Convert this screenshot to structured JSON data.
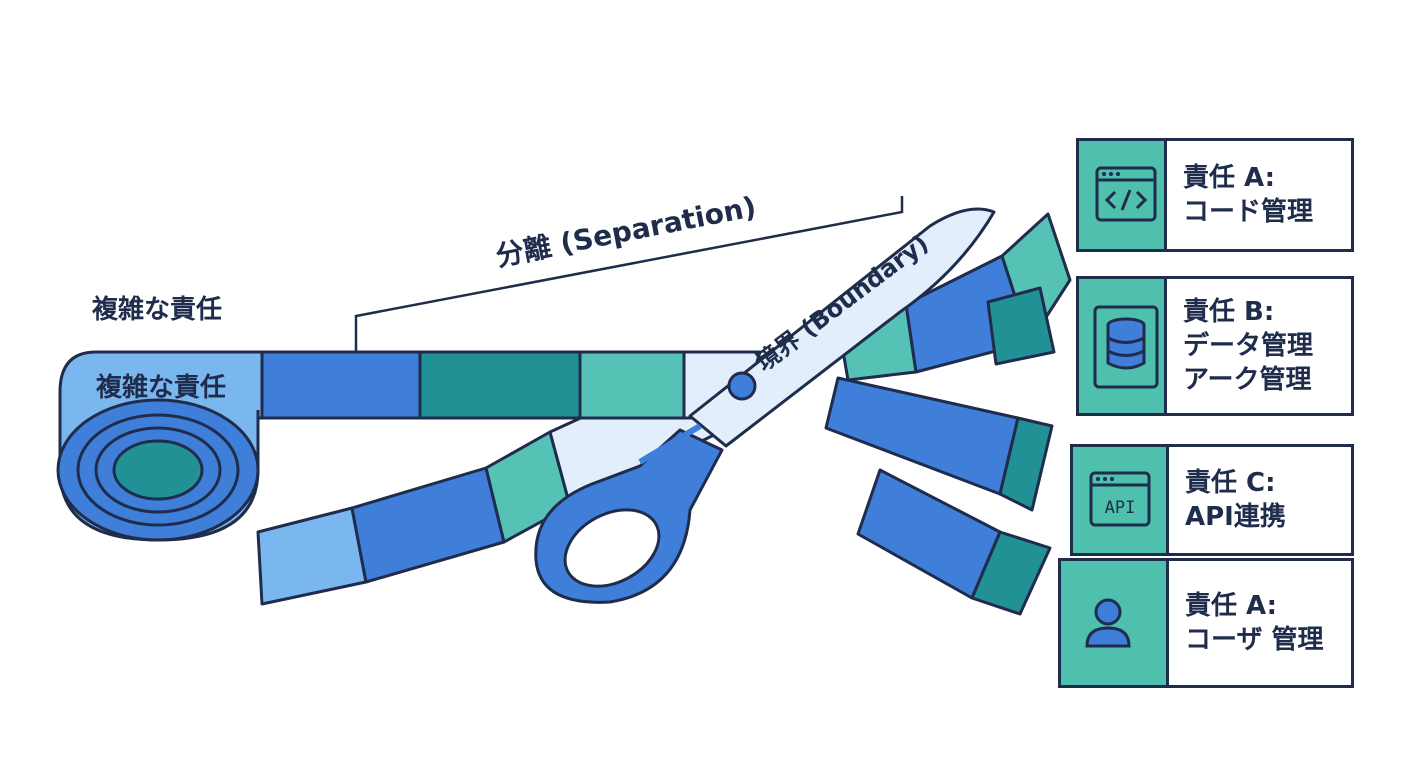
{
  "labels": {
    "complex_top": "複雑な責任",
    "complex_roll": "複雑な責任",
    "separation": "分離 (Separation)",
    "boundary": "境界 (Boundary)"
  },
  "cards": [
    {
      "title": "責任 A:",
      "lines": [
        "コード管理"
      ],
      "icon": "code-window-icon"
    },
    {
      "title": "責任 B:",
      "lines": [
        "データ管理",
        "アーク管理"
      ],
      "icon": "database-icon"
    },
    {
      "title": "責任 C:",
      "lines": [
        "API連携"
      ],
      "icon": "api-window-icon",
      "icon_text": "API"
    },
    {
      "title": "責任 A:",
      "lines": [
        "コーザ 管理"
      ],
      "icon": "user-icon"
    }
  ],
  "colors": {
    "outline": "#1f2c4c",
    "blue": "#3f7fd9",
    "light_blue": "#7bb7ef",
    "teal": "#219196",
    "mint": "#56c2b6",
    "pale": "#e3eefc"
  }
}
